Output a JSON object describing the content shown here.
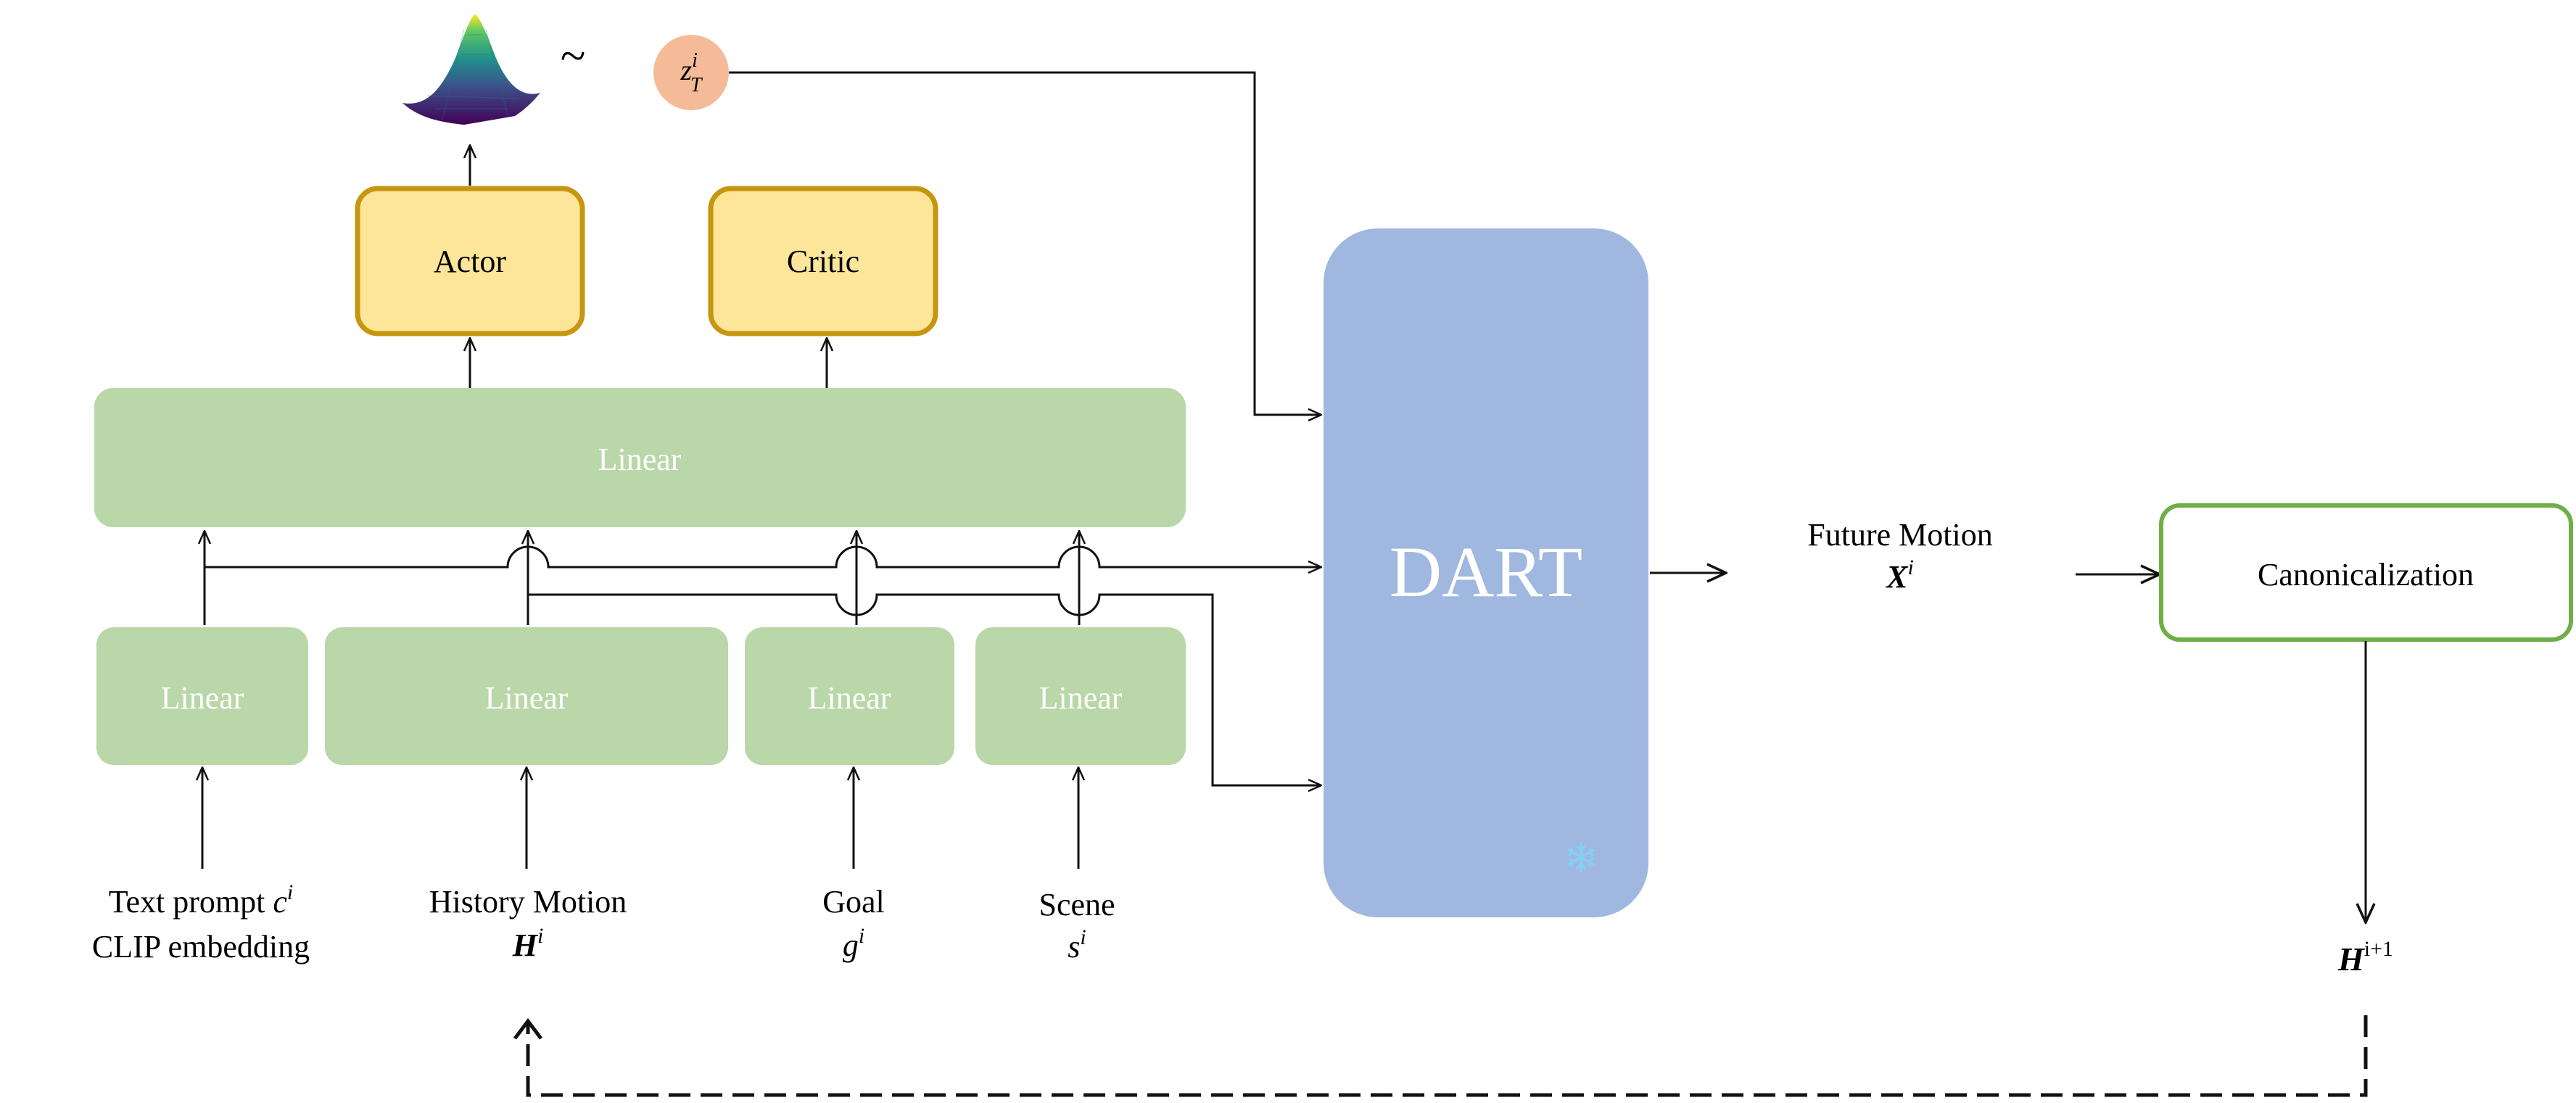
{
  "colors": {
    "green_fill": "#b9d7a8",
    "yellow_fill": "#fde699",
    "yellow_stroke": "#c6960f",
    "blue_fill": "#a0b8e0",
    "peach_fill": "#f5bb98",
    "canon_stroke": "#6fae47",
    "line": "#111111"
  },
  "actor": {
    "label": "Actor"
  },
  "critic": {
    "label": "Critic"
  },
  "top_linear": {
    "label": "Linear"
  },
  "encoders": [
    {
      "label": "Linear"
    },
    {
      "label": "Linear"
    },
    {
      "label": "Linear"
    },
    {
      "label": "Linear"
    }
  ],
  "dart": {
    "label": "DART",
    "frozen_icon": "snowflake-icon"
  },
  "distribution": {
    "icon": "gaussian-surface-icon",
    "tilde": "~"
  },
  "noise": {
    "var": "z",
    "sub": "T",
    "sup": "i"
  },
  "inputs": {
    "text": {
      "line1": "Text prompt ",
      "var": "c",
      "sup": "i",
      "line2": "CLIP embedding"
    },
    "history": {
      "line1": "History Motion",
      "var": "H",
      "sup": "i"
    },
    "goal": {
      "line1": "Goal",
      "var": "g",
      "sup": "i"
    },
    "scene": {
      "line1": "Scene",
      "var": "s",
      "sup": "i"
    }
  },
  "future_motion": {
    "line1": "Future Motion",
    "var": "X",
    "sup": "i"
  },
  "canonicalization": {
    "label": "Canonicalization"
  },
  "next_history": {
    "var": "H",
    "sup": "i+1"
  }
}
